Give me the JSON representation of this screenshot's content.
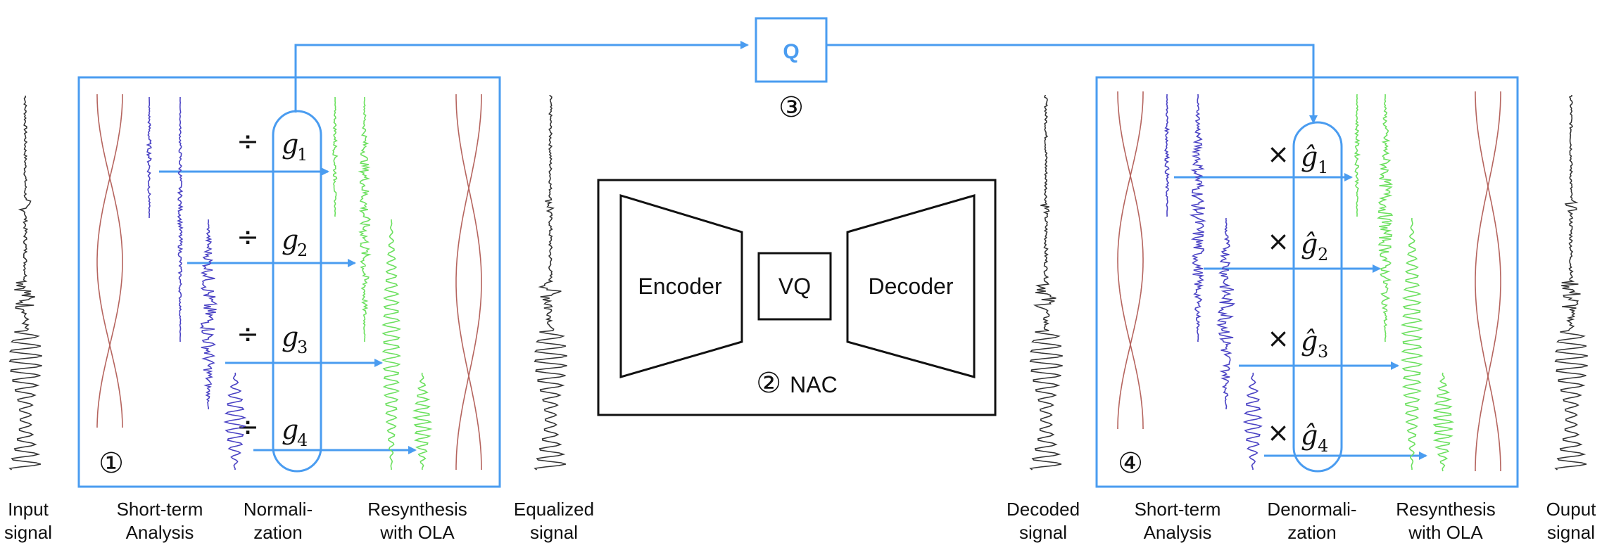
{
  "labels": {
    "input_signal": [
      "Input",
      "signal"
    ],
    "short_term_analysis_1": [
      "Short-term",
      "Analysis"
    ],
    "normalization": [
      "Normali-",
      "zation"
    ],
    "resynthesis_1": [
      "Resynthesis",
      "with OLA"
    ],
    "equalized_signal": [
      "Equalized",
      "signal"
    ],
    "decoded_signal": [
      "Decoded",
      "signal"
    ],
    "short_term_analysis_2": [
      "Short-term",
      "Analysis"
    ],
    "denormalization": [
      "Denormali-",
      "zation"
    ],
    "resynthesis_2": [
      "Resynthesis",
      "with OLA"
    ],
    "output_signal": [
      "Ouput",
      "signal"
    ]
  },
  "markers": {
    "step1": "①",
    "step2": "②",
    "step3": "③",
    "step4": "④"
  },
  "quantizer": {
    "label": "Q"
  },
  "nac": {
    "title": "NAC",
    "encoder": "Encoder",
    "vq": "VQ",
    "decoder": "Decoder"
  },
  "normalize_ops": [
    {
      "op": "÷",
      "var": "g",
      "sub": "1"
    },
    {
      "op": "÷",
      "var": "g",
      "sub": "2"
    },
    {
      "op": "÷",
      "var": "g",
      "sub": "3"
    },
    {
      "op": "÷",
      "var": "g",
      "sub": "4"
    }
  ],
  "denormalize_ops": [
    {
      "op": "×",
      "var": "ĝ",
      "sub": "1"
    },
    {
      "op": "×",
      "var": "ĝ",
      "sub": "2"
    },
    {
      "op": "×",
      "var": "ĝ",
      "sub": "3"
    },
    {
      "op": "×",
      "var": "ĝ",
      "sub": "4"
    }
  ],
  "colors": {
    "accent": "#4a9cf0",
    "window": "#b5645e",
    "band_blue": "#4a42c4",
    "band_green": "#6be05e",
    "signal_gray": "#333333",
    "frame": "#111111"
  }
}
